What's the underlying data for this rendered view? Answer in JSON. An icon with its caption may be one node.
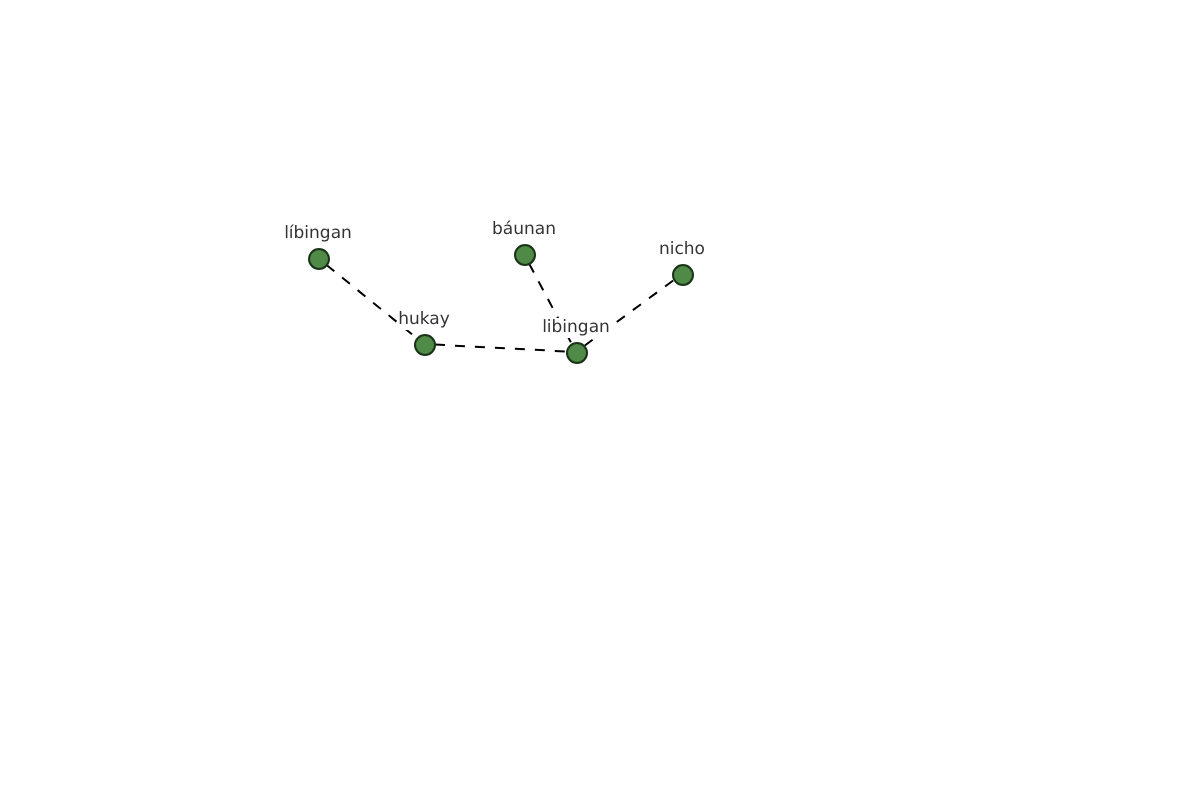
{
  "diagram": {
    "nodes": [
      {
        "text": [
          "líbingan"
        ]
      },
      {
        "text": [
          "báunan"
        ]
      },
      {
        "text": [
          "nicho"
        ]
      },
      {
        "text": [
          "hukay"
        ]
      },
      {
        "text": [
          "libingan"
        ]
      }
    ],
    "edges": [
      {
        "from": 0,
        "to": 3,
        "arrow": "none",
        "style": "dashed"
      },
      {
        "from": 3,
        "to": 4,
        "arrow": "none",
        "style": "dashed"
      },
      {
        "from": 1,
        "to": 4,
        "arrow": "none",
        "style": "dashed"
      },
      {
        "from": 2,
        "to": 4,
        "arrow": "none",
        "style": "dashed"
      }
    ]
  }
}
